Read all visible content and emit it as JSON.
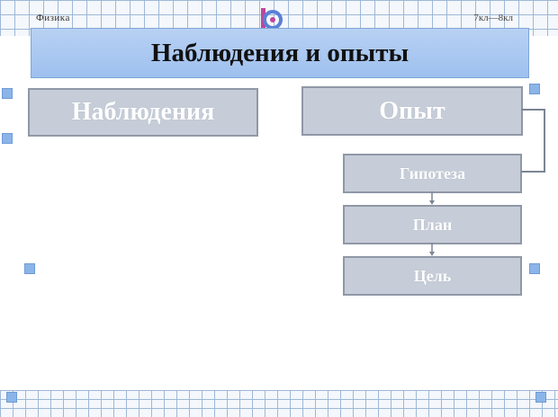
{
  "header": {
    "left_label": "Физика",
    "right_label": "7кл—8кл"
  },
  "title": "Наблюдения и опыты",
  "diagram": {
    "observations": "Наблюдения",
    "experiment": "Опыт",
    "hypothesis": "Гипотеза",
    "plan": "План",
    "goal": "Цель"
  },
  "colors": {
    "title_bar": "#a9c8f1",
    "box_fill": "#c6cdd8",
    "box_border": "#8f98a6",
    "grid_line": "#9db8d8"
  }
}
